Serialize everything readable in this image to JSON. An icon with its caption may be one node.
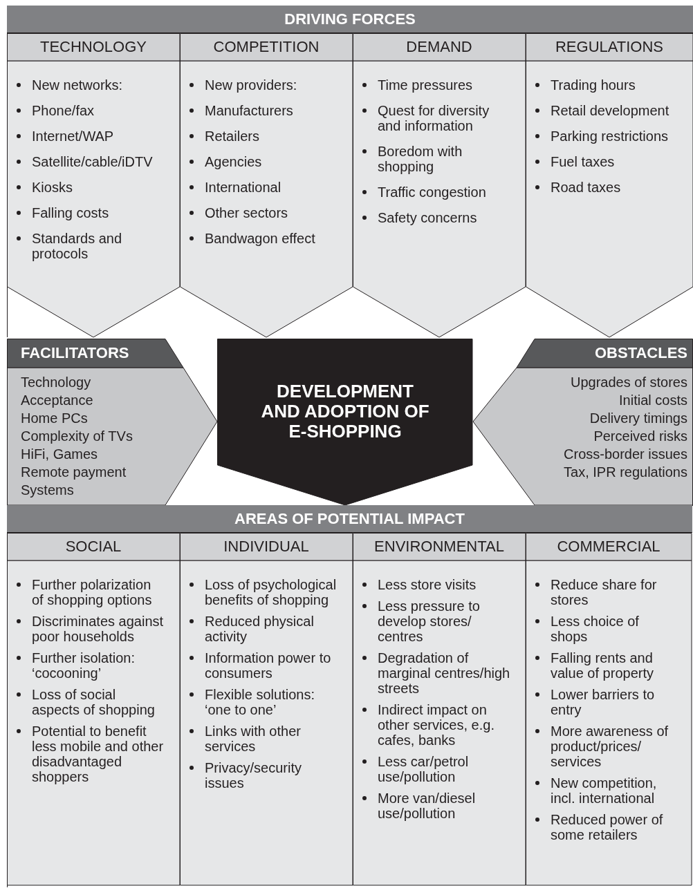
{
  "diagram": {
    "nodes": [
      {
        "text": [
          "DRIVING FORCES"
        ]
      },
      {
        "text": [
          "TECHNOLOGY",
          "New networks:",
          "Phone/fax",
          "Internet/WAP",
          "Satellite/cable/iDTV",
          "Kiosks",
          "Falling costs",
          "Standards and protocols"
        ],
        "in": 0
      },
      {
        "text": [
          "COMPETITION",
          "New providers:",
          "Manufacturers",
          "Retailers",
          "Agencies",
          "International",
          "Other sectors",
          "Bandwagon effect"
        ],
        "in": 0
      },
      {
        "text": [
          "DEMAND",
          "Time pressures",
          "Quest for diversity and information",
          "Boredom with shopping",
          "Traffic congestion",
          "Safety concerns"
        ],
        "in": 0
      },
      {
        "text": [
          "REGULATIONS",
          "Trading hours",
          "Retail development",
          "Parking restrictions",
          "Fuel taxes",
          "Road taxes"
        ],
        "in": 0
      },
      {
        "text": [
          "FACILITATORS",
          "Technology",
          "Acceptance",
          "Home PCs",
          "Complexity of TVs",
          "HiFi, Games",
          "Remote payment",
          "Systems"
        ]
      },
      {
        "text": [
          "DEVELOPMENT AND ADOPTION OF E-SHOPPING"
        ]
      },
      {
        "text": [
          "OBSTACLES",
          "Upgrades of stores",
          "Initial costs",
          "Delivery timings",
          "Perceived risks",
          "Cross-border issues",
          "Tax, IPR regulations"
        ]
      },
      {
        "text": [
          "AREAS OF POTENTIAL IMPACT"
        ]
      },
      {
        "text": [
          "SOCIAL",
          "Further polarization of shopping options",
          "Discriminates against poor households",
          "Further isolation: ‘cocooning’",
          "Loss of social aspects of shopping",
          "Potential to benefit less mobile and other disadvantaged shoppers"
        ],
        "in": 8
      },
      {
        "text": [
          "INDIVIDUAL",
          "Loss of psychological benefits of shopping",
          "Reduced physical activity",
          "Information power to consumers",
          "Flexible solutions: ‘one to one’",
          "Links with other services",
          "Privacy/security issues"
        ],
        "in": 8
      },
      {
        "text": [
          "ENVIRONMENTAL",
          "Less store visits",
          "Less pressure to develop stores/ centres",
          "Degradation of marginal centres/high streets",
          "Indirect impact on other services, e.g. cafes, banks",
          "Less car/petrol use/pollution",
          "More van/diesel use/pollution"
        ],
        "in": 8
      },
      {
        "text": [
          "COMMERCIAL",
          "Reduce share for stores",
          "Less choice of shops",
          "Falling rents and value of property",
          "Lower barriers to entry",
          "More awareness of product/prices/ services",
          "New competition, incl. international",
          "Reduced power of some retailers"
        ],
        "in": 8
      }
    ]
  }
}
